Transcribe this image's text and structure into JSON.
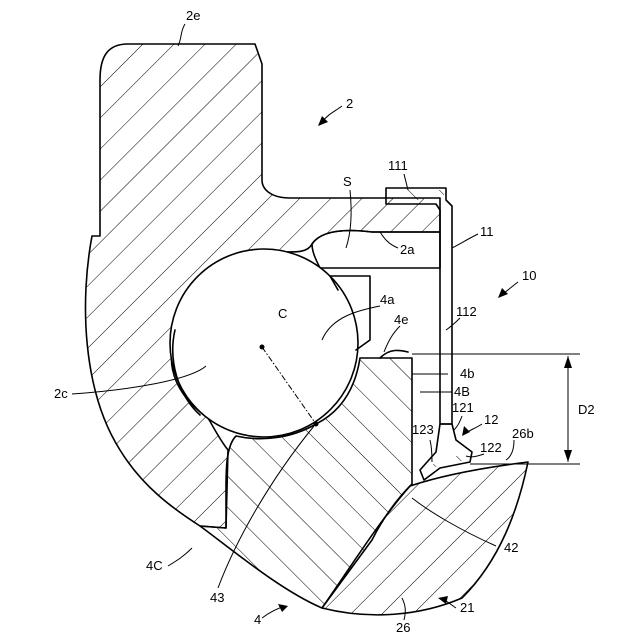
{
  "labels": {
    "ref_2e": "2e",
    "ref_2": "2",
    "ref_s": "S",
    "ref_111": "111",
    "ref_11": "11",
    "ref_2a": "2a",
    "ref_10": "10",
    "ref_c": "C",
    "ref_4a": "4a",
    "ref_4e": "4e",
    "ref_112": "112",
    "ref_4b": "4b",
    "ref_4B": "4B",
    "ref_2c": "2c",
    "ref_d2": "D2",
    "ref_121": "121",
    "ref_12": "12",
    "ref_123": "123",
    "ref_122": "122",
    "ref_26b": "26b",
    "ref_42": "42",
    "ref_4C": "4C",
    "ref_43": "43",
    "ref_4": "4",
    "ref_26": "26",
    "ref_21": "21"
  }
}
